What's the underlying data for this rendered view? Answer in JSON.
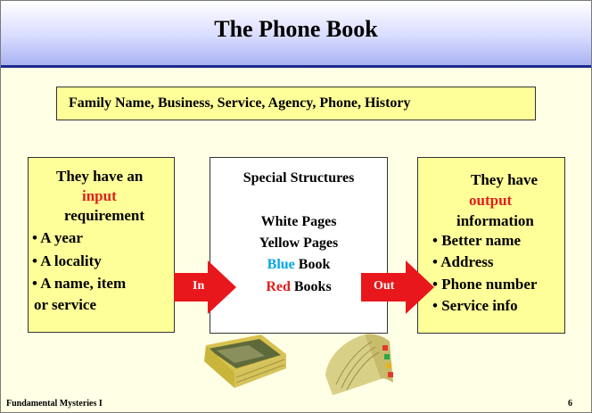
{
  "slide": {
    "title": "The Phone Book",
    "topic_line": "Family Name, Business, Service, Agency, Phone, History",
    "left_box": {
      "line1": "They have an",
      "highlight": "input",
      "line3": "requirement",
      "bullet1": "• A year",
      "bullet2": "• A locality",
      "bullet3": "• A name, item",
      "bullet3_cont": "or service"
    },
    "center_box": {
      "heading": "Special  Structures",
      "item1": "White Pages",
      "item2": "Yellow Pages",
      "item3_colored": "Blue",
      "item3_rest": " Book",
      "item4_colored": "Red",
      "item4_rest": " Books"
    },
    "right_box": {
      "line1": "They have",
      "highlight": "output",
      "line3": "information",
      "bullet1": "• Better name",
      "bullet2": "• Address",
      "bullet3": "• Phone number",
      "bullet4": "• Service info"
    },
    "arrows": {
      "in_label": "In",
      "out_label": "Out"
    },
    "footer": {
      "left": "Fundamental Mysteries I",
      "page": "6"
    }
  },
  "colors": {
    "background": "#ffffe6",
    "title_bar_border": "#1c2a8c",
    "box_yellow": "#ffff99",
    "arrow_red": "#e8171c",
    "text_red": "#e0201c",
    "text_blue": "#00a6e8"
  },
  "images": [
    "phone-book-photo",
    "ledger-book-photo"
  ]
}
